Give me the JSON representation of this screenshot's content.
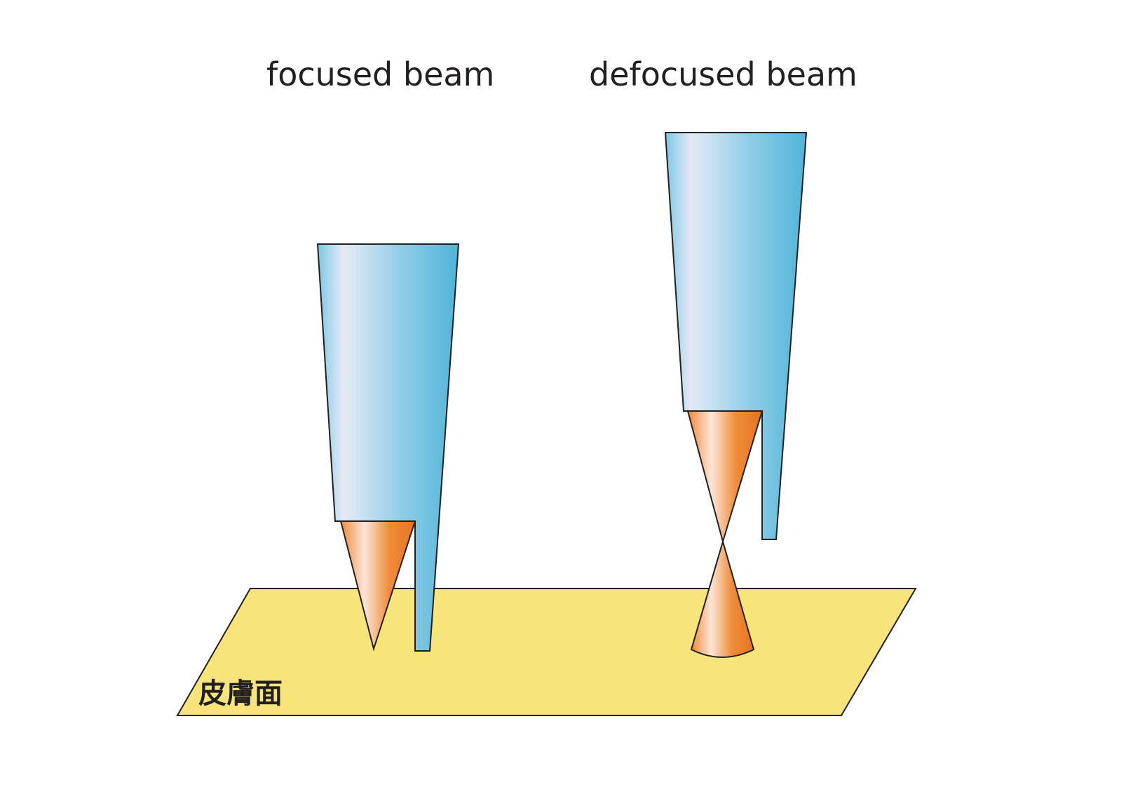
{
  "labels": {
    "focused": "focused beam",
    "defocused": "defocused beam",
    "surface": "皮膚面"
  },
  "colors": {
    "surface_fill": "#f7e57b",
    "beam_light": "#e6eaf6",
    "beam_dark": "#4fb4d8",
    "cone_light": "#fbe6d8",
    "cone_dark": "#e8741f",
    "outline": "#231f20",
    "text": "#231f20"
  }
}
